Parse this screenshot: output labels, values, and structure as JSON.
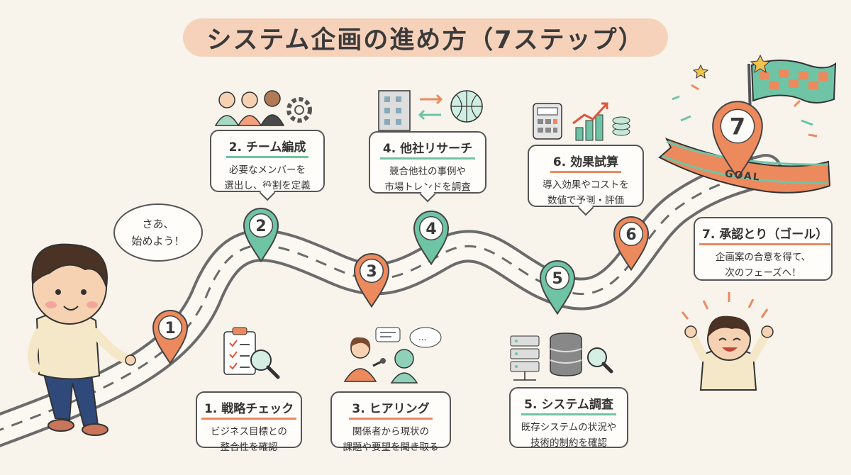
{
  "title": "システム企画の進め方（7ステップ）",
  "speech": {
    "line1": "さあ、",
    "line2": "始めよう！"
  },
  "steps": [
    {
      "num": "1",
      "title": "1. 戦略チェック",
      "desc1": "ビジネス目標との",
      "desc2": "整合性を確認",
      "color": "#ec8a5e"
    },
    {
      "num": "2",
      "title": "2. チーム編成",
      "desc1": "必要なメンバーを",
      "desc2": "選出し、役割を定義",
      "color": "#6fc4a6"
    },
    {
      "num": "3",
      "title": "3. ヒアリング",
      "desc1": "関係者から現状の",
      "desc2": "課題や要望を聞き取る",
      "color": "#ec8a5e"
    },
    {
      "num": "4",
      "title": "4. 他社リサーチ",
      "desc1": "競合他社の事例や",
      "desc2": "市場トレンドを調査",
      "color": "#6fc4a6"
    },
    {
      "num": "5",
      "title": "5. システム調査",
      "desc1": "既存システムの状況や",
      "desc2": "技術的制約を確認",
      "color": "#6fc4a6"
    },
    {
      "num": "6",
      "title": "6. 効果試算",
      "desc1": "導入効果やコストを",
      "desc2": "数値で予測・評価",
      "color": "#ec8a5e"
    },
    {
      "num": "7",
      "title": "7. 承認とり（ゴール）",
      "desc1": "企画案の合意を得て、",
      "desc2": "次のフェーズへ！",
      "color": "#ec8a5e"
    }
  ],
  "goal_label": "GOAL",
  "colors": {
    "orange": "#ec8a5e",
    "green": "#6fc4a6",
    "road": "#6b6b6b",
    "bg": "#f8f4ec"
  }
}
